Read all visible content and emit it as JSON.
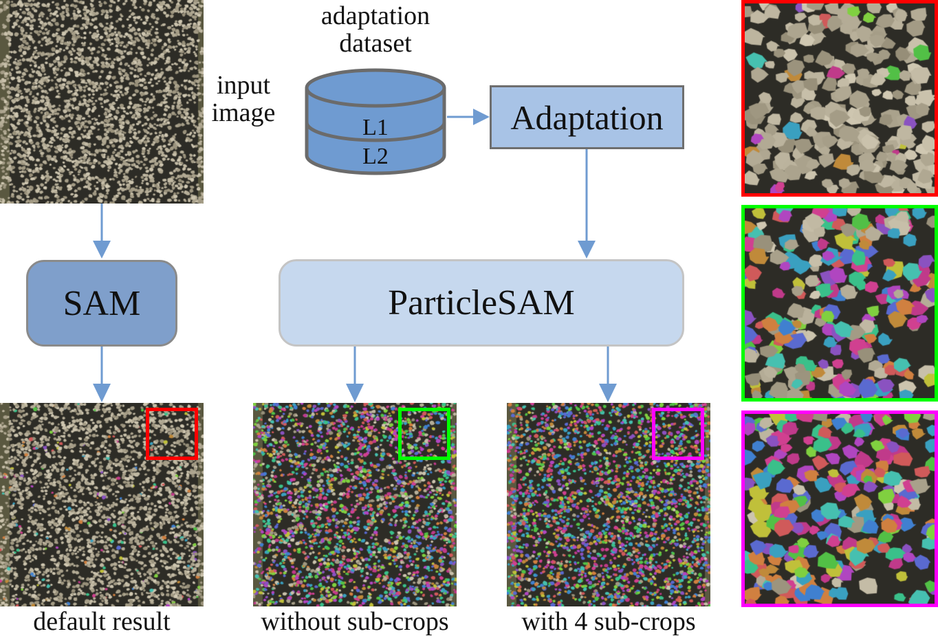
{
  "labels": {
    "input_image": [
      "input",
      "image"
    ],
    "adaptation_dataset": [
      "adaptation",
      "dataset"
    ],
    "db_layer1": "L1",
    "db_layer2": "L2",
    "adaptation": "Adaptation",
    "sam": "SAM",
    "particlesam": "ParticleSAM"
  },
  "captions": {
    "default_result": "default result",
    "without_subcrops": "without sub-crops",
    "with_subcrops": "with 4 sub-crops"
  },
  "colors": {
    "arrow": "#6f9bd1",
    "highlight_default": "#ff0000",
    "highlight_without": "#00ff00",
    "highlight_with": "#ff00ff",
    "database_fill": "#6f9bd1",
    "database_stroke": "#6b6b6b"
  }
}
